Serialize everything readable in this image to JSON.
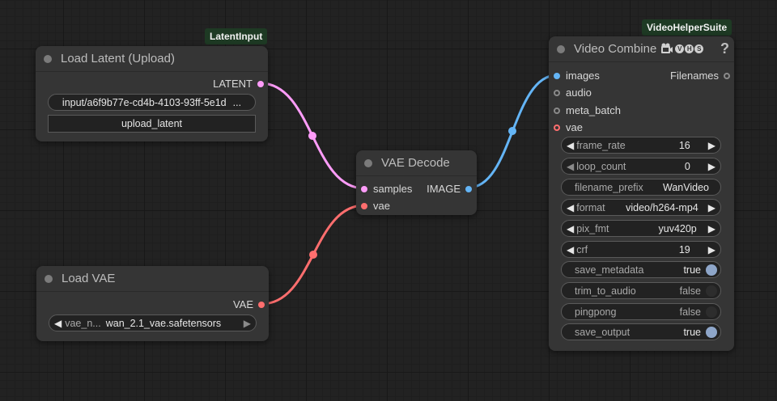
{
  "colors": {
    "latent": "#ff9cf9",
    "image": "#64b5f6",
    "vae": "#ff6e6e",
    "toggle_on": "#8ea6c9",
    "toggle_off": "#2a2a2a"
  },
  "badges": {
    "latent_input": "LatentInput",
    "video_helper_suite": "VideoHelperSuite"
  },
  "load_latent": {
    "title": "Load Latent (Upload)",
    "output": "LATENT",
    "file_value": "input/a6f9b77e-cd4b-4103-93ff-5e1d",
    "file_ellipsis": "...",
    "upload_button": "upload_latent"
  },
  "load_vae": {
    "title": "Load VAE",
    "output": "VAE",
    "widget_label": "vae_n...",
    "widget_value": "wan_2.1_vae.safetensors"
  },
  "vae_decode": {
    "title": "VAE Decode",
    "inputs": [
      "samples",
      "vae"
    ],
    "output": "IMAGE"
  },
  "video_combine": {
    "title": "Video Combine",
    "title_icons": [
      "film-icon",
      "vhs-logo-icon"
    ],
    "vhs_letters": [
      "V",
      "H",
      "S"
    ],
    "help": "?",
    "inputs": [
      "images",
      "audio",
      "meta_batch",
      "vae"
    ],
    "output": "Filenames",
    "widgets": {
      "frame_rate": {
        "label": "frame_rate",
        "value": "16"
      },
      "loop_count": {
        "label": "loop_count",
        "value": "0"
      },
      "filename_prefix": {
        "label": "filename_prefix",
        "value": "WanVideo"
      },
      "format": {
        "label": "format",
        "value": "video/h264-mp4"
      },
      "pix_fmt": {
        "label": "pix_fmt",
        "value": "yuv420p"
      },
      "crf": {
        "label": "crf",
        "value": "19"
      },
      "save_metadata": {
        "label": "save_metadata",
        "value": "true"
      },
      "trim_to_audio": {
        "label": "trim_to_audio",
        "value": "false"
      },
      "pingpong": {
        "label": "pingpong",
        "value": "false"
      },
      "save_output": {
        "label": "save_output",
        "value": "true"
      }
    }
  }
}
